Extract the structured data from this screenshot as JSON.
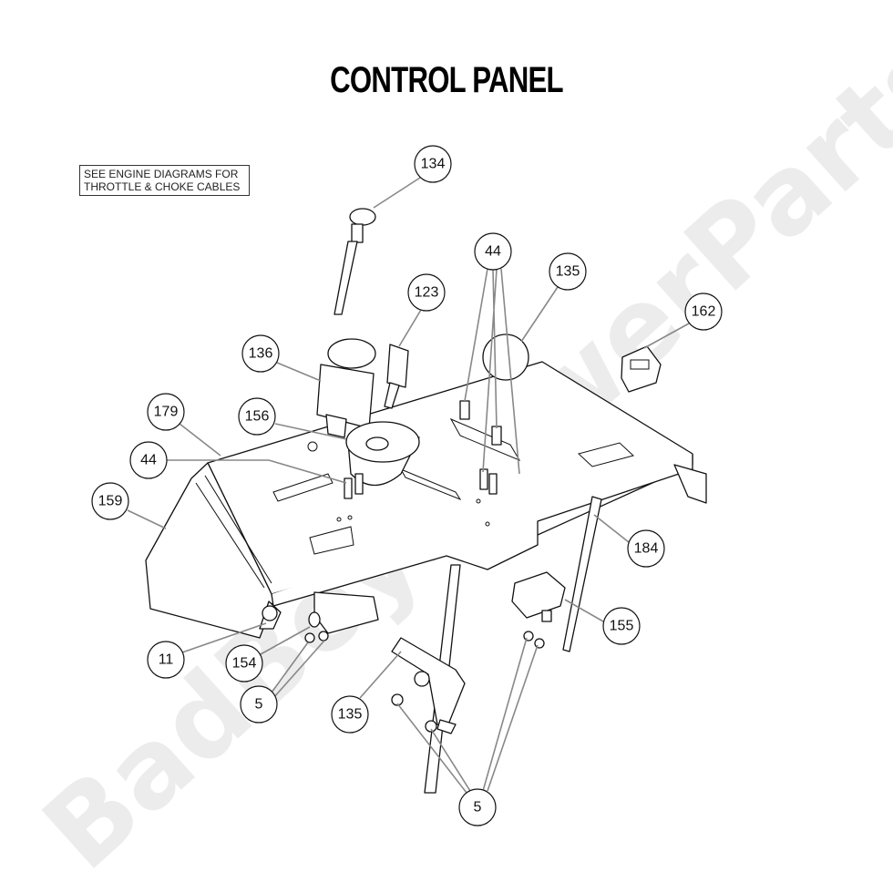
{
  "title": "CONTROL PANEL",
  "note": {
    "line1": "SEE ENGINE DIAGRAMS FOR",
    "line2": "THROTTLE & CHOKE CABLES"
  },
  "watermark": "BadBoyMowerParts.com",
  "callouts": [
    "134",
    "44",
    "135",
    "123",
    "162",
    "136",
    "179",
    "156",
    "44",
    "159",
    "184",
    "155",
    "11",
    "154",
    "5",
    "135",
    "5"
  ]
}
